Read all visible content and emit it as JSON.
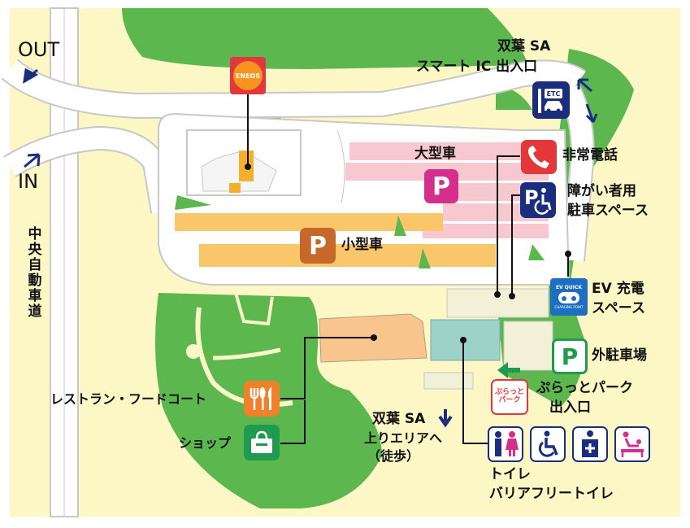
{
  "labels": {
    "out": "OUT",
    "in": "IN",
    "expressway": "中央自動車道",
    "smart_ic_line1": "双葉 SA",
    "smart_ic_line2": "スマート IC 出入口",
    "large_vehicle": "大型車",
    "small_vehicle": "小型車",
    "emergency_phone": "非常電話",
    "accessible_parking_line1": "障がい者用",
    "accessible_parking_line2": "駐車スペース",
    "ev_line1": "EV 充電",
    "ev_line2": "スペース",
    "outer_parking": "外駐車場",
    "plat_park_line1": "ぷらっとパーク",
    "plat_park_line2": "出入口",
    "restaurant": "レストラン・フードコート",
    "shop": "ショップ",
    "walk_line1": "双葉 SA",
    "walk_line2": "上りエリアへ",
    "walk_line3": "（徒歩）",
    "toilet": "トイレ",
    "barrier_free_toilet": "バリアフリートイレ"
  },
  "icons": {
    "eneos": "ENEOS",
    "etc": "ETC",
    "parking": "P",
    "ev_top": "EV QUICK",
    "ev_bottom": "CHARGING POINT",
    "plat_park": "ぷらっとパーク"
  },
  "colors": {
    "grass": "#5cb84e",
    "background": "#fdf7c6",
    "road": "#ffffff",
    "road_edge": "#c8c8c8",
    "large_parking": "#f7c8d0",
    "small_parking": "#f9c66a",
    "restaurant_building": "#f8c58f",
    "shop_building": "#9dd2c9",
    "accent_orange": "#f0812a",
    "accent_magenta": "#d52f8c",
    "accent_navy": "#1b2e7e",
    "accent_red": "#e3373b",
    "accent_brown": "#c8672a",
    "accent_green": "#1f9a4e"
  }
}
